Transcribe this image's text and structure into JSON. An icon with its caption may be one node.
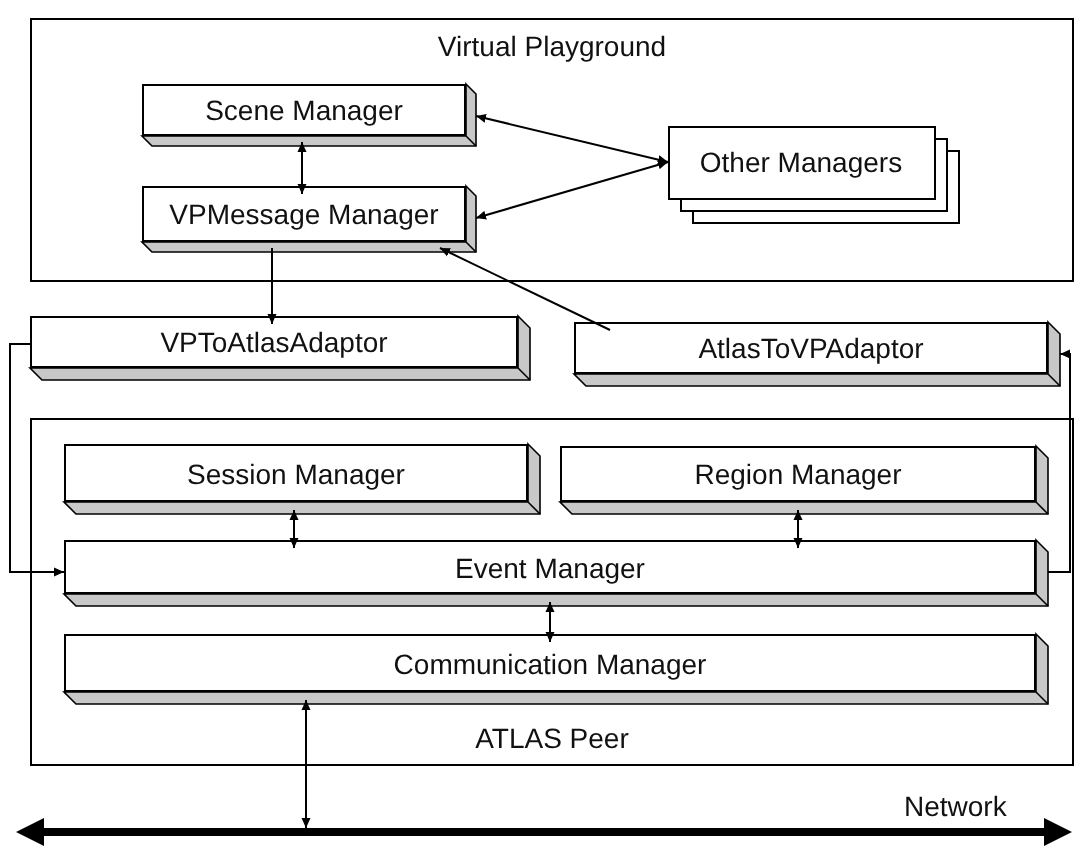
{
  "diagram": {
    "nodes": [
      {
        "text": [
          "Virtual Playground"
        ]
      },
      {
        "text": [
          "Scene Manager"
        ],
        "in": 0
      },
      {
        "text": [
          "VPMessage Manager"
        ],
        "in": 0
      },
      {
        "text": [
          "Other Managers"
        ],
        "in": 0
      },
      {
        "text": [
          "VPToAtlasAdaptor"
        ]
      },
      {
        "text": [
          "AtlasToVPAdaptor"
        ]
      },
      {
        "text": [
          "ATLAS Peer"
        ]
      },
      {
        "text": [
          "Session Manager"
        ],
        "in": 6
      },
      {
        "text": [
          "Region Manager"
        ],
        "in": 6
      },
      {
        "text": [
          "Event Manager"
        ],
        "in": 6
      },
      {
        "text": [
          "Communication Manager"
        ],
        "in": 6
      },
      {
        "text": [],
        "shape": "bar",
        "beside": [
          "Network"
        ]
      }
    ],
    "edges": [
      {
        "from": 1,
        "to": 2,
        "arrow": "both"
      },
      {
        "from": 1,
        "to": 3,
        "arrow": "both"
      },
      {
        "from": 2,
        "to": 3,
        "arrow": "both"
      },
      {
        "from": 2,
        "to": 4,
        "arrow": "to"
      },
      {
        "from": 5,
        "to": 2,
        "arrow": "to"
      },
      {
        "from": 4,
        "to": 9,
        "arrow": "to"
      },
      {
        "from": 9,
        "to": 5,
        "arrow": "to"
      },
      {
        "from": 7,
        "to": 9,
        "arrow": "both"
      },
      {
        "from": 8,
        "to": 9,
        "arrow": "both"
      },
      {
        "from": 9,
        "to": 10,
        "arrow": "both"
      },
      {
        "from": 10,
        "to": 11,
        "arrow": "both"
      }
    ]
  }
}
